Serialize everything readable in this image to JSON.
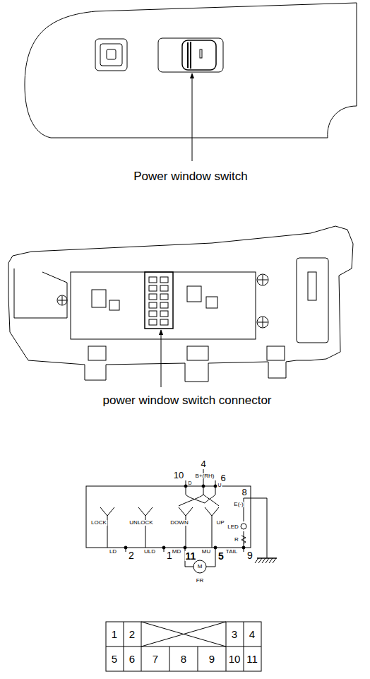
{
  "diagram": {
    "labels": [
      "Power window switch",
      "power window switch connector",
      "10",
      "4",
      "B+(RH)",
      "6",
      "D",
      "U",
      "8",
      "E(-)",
      "LOCK",
      "UNLOCK",
      "DOWN",
      "UP",
      "LED",
      "R",
      "LD",
      "2",
      "ULD",
      "1",
      "MD",
      "11",
      "MU",
      "5",
      "TAIL",
      "9",
      "M",
      "FR",
      "1",
      "2",
      "3",
      "4",
      "5",
      "6",
      "7",
      "8",
      "9",
      "10",
      "11"
    ]
  }
}
